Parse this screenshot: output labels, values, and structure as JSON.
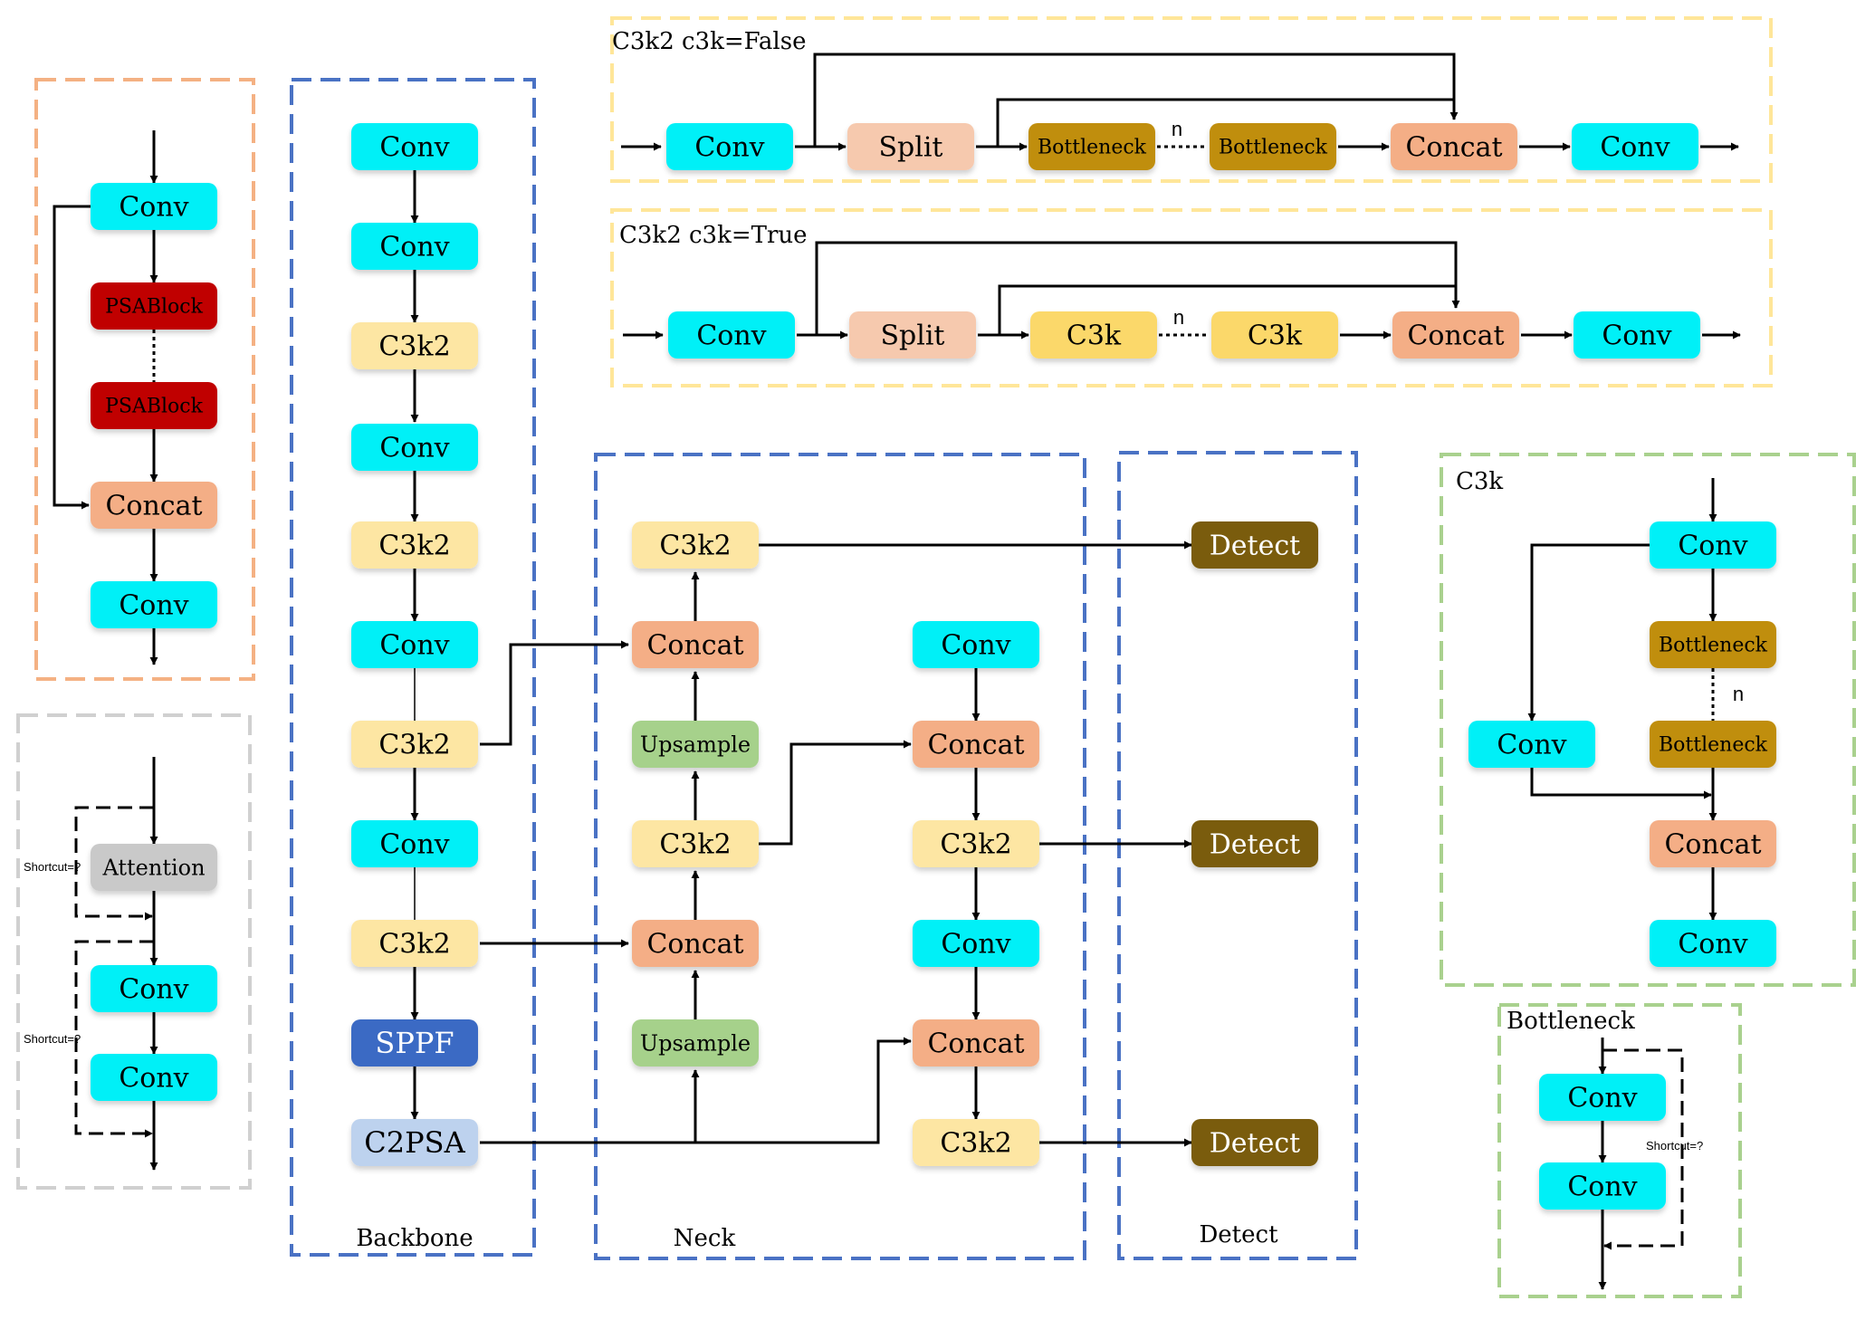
{
  "colors": {
    "conv": "#00F0F7",
    "c3k2": "#FDE6A3",
    "concat": "#F4AE86",
    "split": "#F6C9AE",
    "bottleneck": "#C08E0E",
    "c3k": "#FBD86A",
    "psablock": "#C00000",
    "attention": "#C9C9C9",
    "upsample": "#A6D18B",
    "sppf": "#3A6BC4",
    "c2psa": "#BDD2EE",
    "detect": "#7A5C08",
    "blue_border": "#4A72C4",
    "orange_border": "#F4B183",
    "yellow_border": "#FFE699",
    "green_border": "#A9D18E",
    "gray_border": "#D0D0D0"
  },
  "labels": {
    "backbone": "Backbone",
    "neck": "Neck",
    "detect": "Detect",
    "c3k2_false": "C3k2 c3k=False",
    "c3k2_true": "C3k2 c3k=True",
    "c3k_title": "C3k",
    "bottleneck_title": "Bottleneck",
    "n": "n",
    "shortcut": "Shortcut=?"
  },
  "nodes": {
    "conv": "Conv",
    "c3k2": "C3k2",
    "concat": "Concat",
    "split": "Split",
    "bottleneck": "Bottleneck",
    "c3k": "C3k",
    "psablock": "PSABlock",
    "attention": "Attention",
    "upsample": "Upsample",
    "sppf": "SPPF",
    "c2psa": "C2PSA",
    "detect": "Detect"
  }
}
